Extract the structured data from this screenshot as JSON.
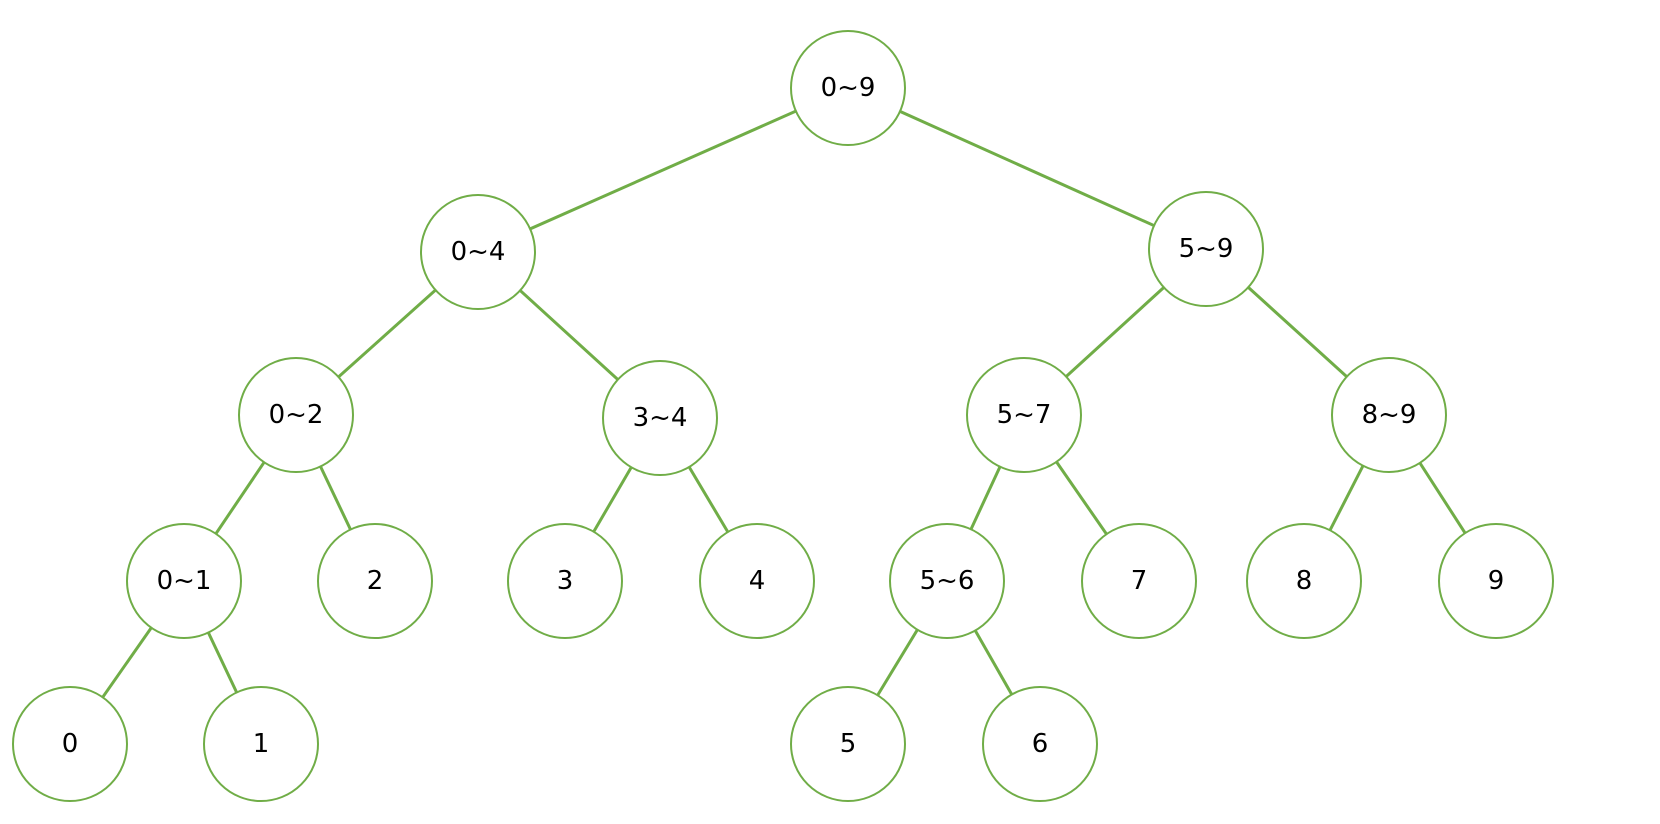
{
  "diagram": {
    "type": "segment-tree",
    "colors": {
      "stroke": "#70ad47",
      "fill": "#ffffff",
      "text": "#000000"
    },
    "nodes": [
      {
        "id": "n0-9",
        "label": "0~9"
      },
      {
        "id": "n0-4",
        "label": "0~4"
      },
      {
        "id": "n5-9",
        "label": "5~9"
      },
      {
        "id": "n0-2",
        "label": "0~2"
      },
      {
        "id": "n3-4",
        "label": "3~4"
      },
      {
        "id": "n5-7",
        "label": "5~7"
      },
      {
        "id": "n8-9",
        "label": "8~9"
      },
      {
        "id": "n0-1",
        "label": "0~1"
      },
      {
        "id": "n2",
        "label": "2"
      },
      {
        "id": "n3",
        "label": "3"
      },
      {
        "id": "n4",
        "label": "4"
      },
      {
        "id": "n5-6",
        "label": "5~6"
      },
      {
        "id": "n7",
        "label": "7"
      },
      {
        "id": "n8",
        "label": "8"
      },
      {
        "id": "n9",
        "label": "9"
      },
      {
        "id": "n0",
        "label": "0"
      },
      {
        "id": "n1",
        "label": "1"
      },
      {
        "id": "n5",
        "label": "5"
      },
      {
        "id": "n6",
        "label": "6"
      }
    ],
    "edges": [
      [
        "n0-9",
        "n0-4"
      ],
      [
        "n0-9",
        "n5-9"
      ],
      [
        "n0-4",
        "n0-2"
      ],
      [
        "n0-4",
        "n3-4"
      ],
      [
        "n5-9",
        "n5-7"
      ],
      [
        "n5-9",
        "n8-9"
      ],
      [
        "n0-2",
        "n0-1"
      ],
      [
        "n0-2",
        "n2"
      ],
      [
        "n3-4",
        "n3"
      ],
      [
        "n3-4",
        "n4"
      ],
      [
        "n5-7",
        "n5-6"
      ],
      [
        "n5-7",
        "n7"
      ],
      [
        "n8-9",
        "n8"
      ],
      [
        "n8-9",
        "n9"
      ],
      [
        "n0-1",
        "n0"
      ],
      [
        "n0-1",
        "n1"
      ],
      [
        "n5-6",
        "n5"
      ],
      [
        "n5-6",
        "n6"
      ]
    ]
  }
}
